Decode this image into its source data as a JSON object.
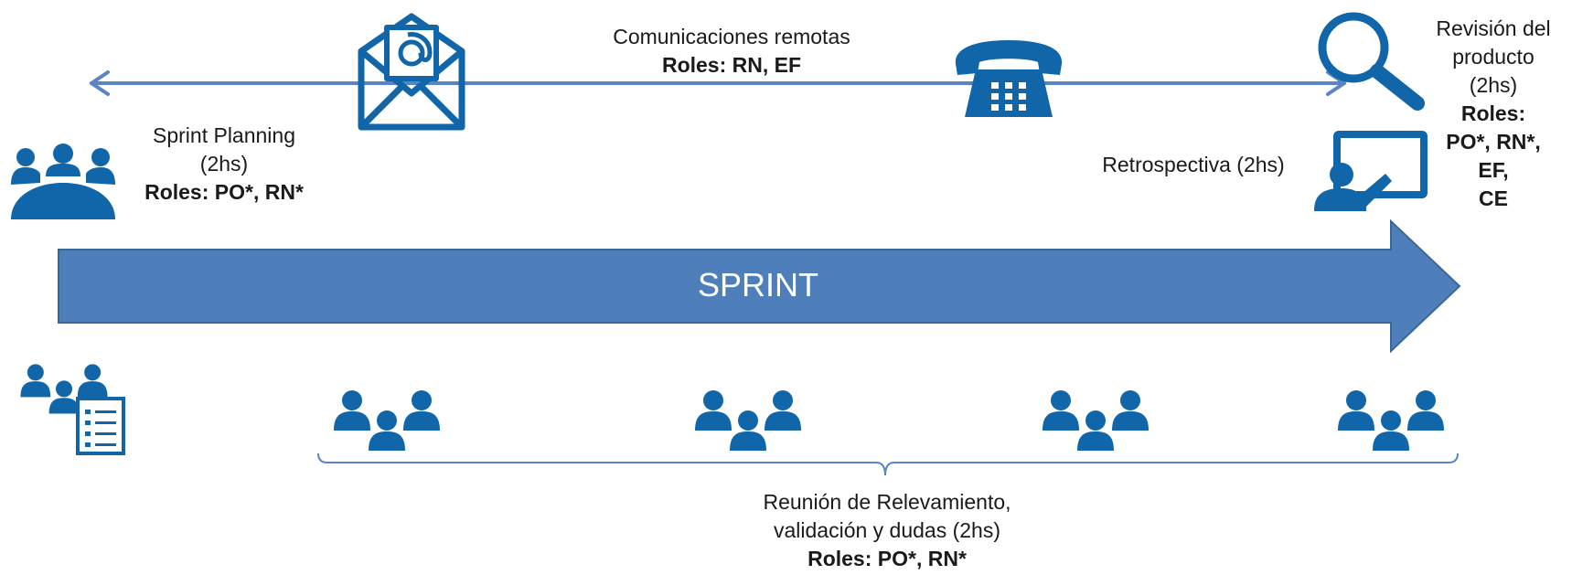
{
  "colors": {
    "primary": "#1066a9",
    "sprint_arrow_fill": "#4f7fba",
    "sprint_arrow_stroke": "#3a6699",
    "timeline_arrow": "#5b84c4",
    "brace": "#5b84c4",
    "text": "#1a1a1a"
  },
  "sprint": {
    "label": "SPRINT"
  },
  "remote": {
    "title": "Comunicaciones remotas",
    "roles": "Roles: RN, EF",
    "icons": [
      "email-icon",
      "phone-icon"
    ]
  },
  "planning": {
    "line1": "Sprint Planning",
    "line2": "(2hs)",
    "roles": "Roles: PO*, RN*",
    "icon": "meeting-table-icon"
  },
  "review": {
    "line1": "Revisión del",
    "line2": "producto",
    "line3": "(2hs)",
    "roles_line1": "Roles:",
    "roles_line2": "PO*, RN*,",
    "roles_line3": "EF,",
    "roles_line4": "CE",
    "icon": "magnifier-icon"
  },
  "retro": {
    "label": "Retrospectiva (2hs)",
    "icon": "presenter-board-icon"
  },
  "backlog": {
    "icon": "team-checklist-icon"
  },
  "refinement": {
    "line1": "Reunión de Relevamiento,",
    "line2": "validación y dudas (2hs)",
    "roles": "Roles: PO*, RN*",
    "icon": "group-icon",
    "occurrences": 4
  }
}
